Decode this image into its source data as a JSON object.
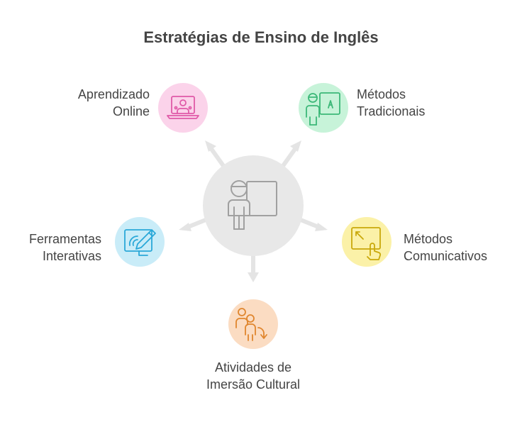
{
  "title": "Estratégias de Ensino de Inglês",
  "center": {
    "icon": "teacher-board-icon"
  },
  "nodes": [
    {
      "id": "online",
      "line1": "Aprendizado",
      "line2": "Online",
      "icon": "online-learning-laptop-icon",
      "color": "#fbd3ea",
      "stroke": "#e05aa8"
    },
    {
      "id": "traditional",
      "line1": "Métodos",
      "line2": "Tradicionais",
      "icon": "teacher-whiteboard-icon",
      "color": "#c7f3d9",
      "stroke": "#3cb878"
    },
    {
      "id": "interactive",
      "line1": "Ferramentas",
      "line2": "Interativas",
      "icon": "interactive-pen-tablet-icon",
      "color": "#c9ecf8",
      "stroke": "#2aa8d8"
    },
    {
      "id": "communicative",
      "line1": "Métodos",
      "line2": "Comunicativos",
      "icon": "touch-screen-icon",
      "color": "#fbf1a8",
      "stroke": "#c9a80a"
    },
    {
      "id": "immersion",
      "line1": "Atividades de",
      "line2": "Imersão Cultural",
      "icon": "people-exchange-icon",
      "color": "#fbdcc2",
      "stroke": "#e0862e"
    }
  ]
}
